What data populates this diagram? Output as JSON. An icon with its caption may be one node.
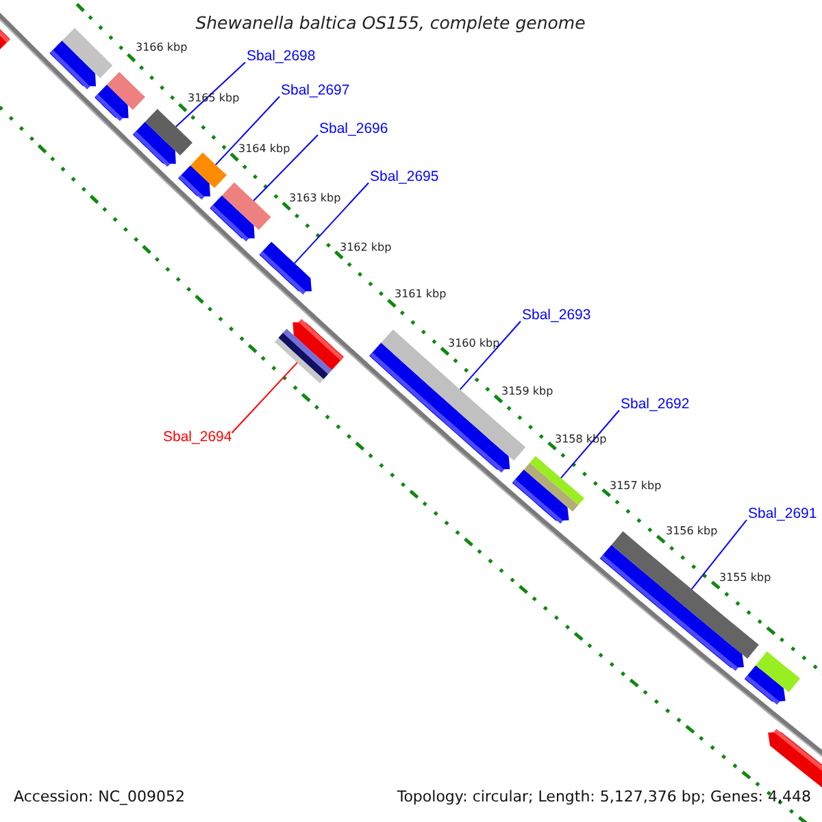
{
  "diagram": {
    "title": "Shewanella baltica OS155, complete genome",
    "nodes": [
      {
        "text": [
          "Sbal_2698"
        ]
      },
      {
        "text": [
          "Sbal_2697"
        ]
      },
      {
        "text": [
          "Sbal_2696"
        ]
      },
      {
        "text": [
          "Sbal_2695"
        ]
      },
      {
        "text": [
          "Sbal_2693"
        ]
      },
      {
        "text": [
          "Sbal_2692"
        ]
      },
      {
        "text": [
          "Sbal_2694"
        ]
      },
      {
        "text": [
          "Sbal_2691"
        ]
      },
      {
        "text": [],
        "shape": "bar"
      },
      {
        "text": [],
        "shape": "bar"
      },
      {
        "text": [],
        "shape": "bar"
      },
      {
        "text": [],
        "shape": "bar"
      },
      {
        "text": [],
        "shape": "bar"
      },
      {
        "text": [],
        "shape": "bar"
      },
      {
        "text": [],
        "shape": "bar"
      },
      {
        "text": [],
        "shape": "bar"
      },
      {
        "text": [],
        "shape": "bar"
      },
      {
        "text": [],
        "shape": "bar"
      },
      {
        "text": [],
        "shape": "bar"
      },
      {
        "text": [],
        "shape": "bar"
      },
      {
        "text": [],
        "shape": "bar"
      }
    ],
    "edges": [
      {
        "from": 0,
        "to": 11,
        "arrow": "none"
      },
      {
        "from": 1,
        "to": 12,
        "arrow": "none"
      },
      {
        "from": 2,
        "to": 13,
        "arrow": "none"
      },
      {
        "from": 3,
        "to": 14,
        "arrow": "none"
      },
      {
        "from": 4,
        "to": 16,
        "arrow": "none"
      },
      {
        "from": 5,
        "to": 17,
        "arrow": "none"
      },
      {
        "from": 6,
        "to": 15,
        "arrow": "none",
        "color": "#ff0000"
      },
      {
        "from": 7,
        "to": 18,
        "arrow": "none"
      }
    ],
    "labels": [
      "3166 kbp",
      "3165 kbp",
      "3164 kbp",
      "3163 kbp",
      "3162 kbp",
      "3161 kbp",
      "3160 kbp",
      "3159 kbp",
      "3158 kbp",
      "3157 kbp",
      "3156 kbp",
      "3155 kbp",
      "Accession: NC_009052",
      "Topology: circular; Length: 5,127,376 bp; Genes: 4,448"
    ]
  }
}
